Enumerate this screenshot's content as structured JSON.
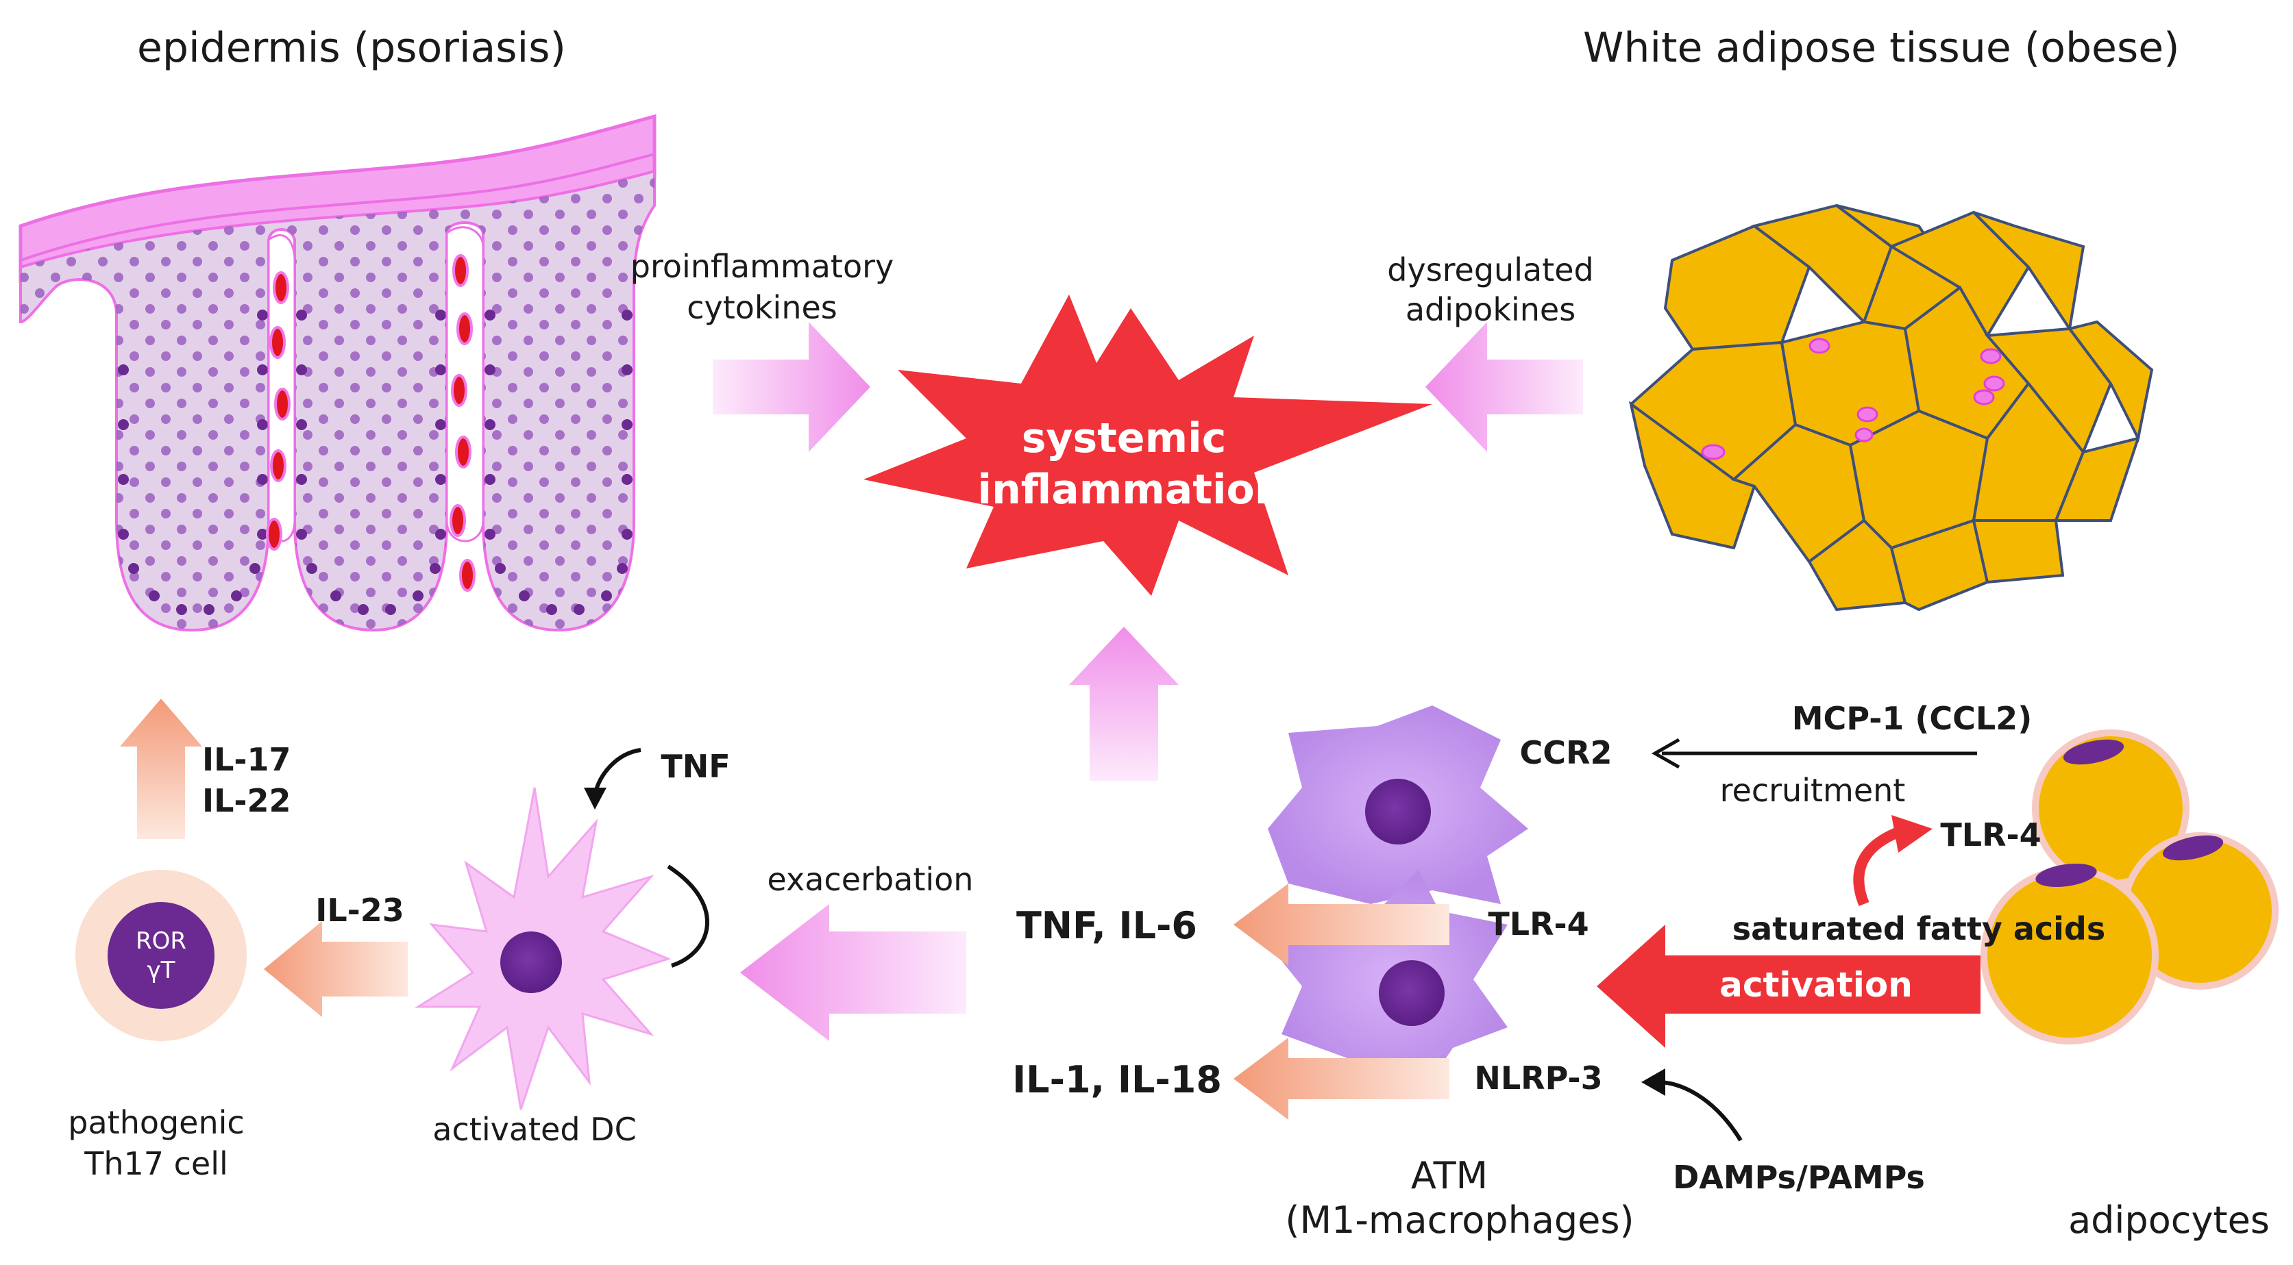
{
  "labels": {
    "epidermis_title": "epidermis (psoriasis)",
    "wat_title": "White adipose tissue (obese)",
    "proinflammatory_1": "proinflammatory",
    "proinflammatory_2": "cytokines",
    "dysregulated_1": "dysregulated",
    "dysregulated_2": "adipokines",
    "systemic_1": "systemic",
    "systemic_2": "inflammation",
    "il17": "IL-17",
    "il22": "IL-22",
    "tnf_dc": "TNF",
    "il23": "IL-23",
    "ror_1": "ROR",
    "ror_2": "γT",
    "th17_1": "pathogenic",
    "th17_2": "Th17 cell",
    "activated_dc": "activated DC",
    "exacerbation": "exacerbation",
    "ccr2": "CCR2",
    "mcp1": "MCP-1 (CCL2)",
    "recruitment": "recruitment",
    "tlr4_adipocyte": "TLR-4",
    "saturated_fatty_acids": "saturated fatty acids",
    "activation": "activation",
    "tnf_il6": "TNF, IL-6",
    "tlr4_atm": "TLR-4",
    "il1_il18": "IL-1, IL-18",
    "nlrp3": "NLRP-3",
    "damps": "DAMPs/PAMPs",
    "atm_1": "ATM",
    "atm_2": "(M1-macrophages)",
    "adipocytes": "adipocytes"
  },
  "colors": {
    "starburst": "#f0323a",
    "pink_arrow": "#f2a6ee",
    "salmon_arrow": "#f5a98a",
    "red_arrow": "#ee3338",
    "macrophage": "#c79af0",
    "nucleus": "#6a2a91",
    "adipocyte": "#f5b800",
    "dc_cell": "#f7c6f5",
    "epidermis": "#e3d1ea",
    "epidermis_border": "#f078e8"
  },
  "icons": [
    "epidermis-illustration",
    "adipose-tissue-illustration",
    "macrophage-cell",
    "dendritic-cell",
    "th17-cell",
    "adipocyte-cell"
  ]
}
